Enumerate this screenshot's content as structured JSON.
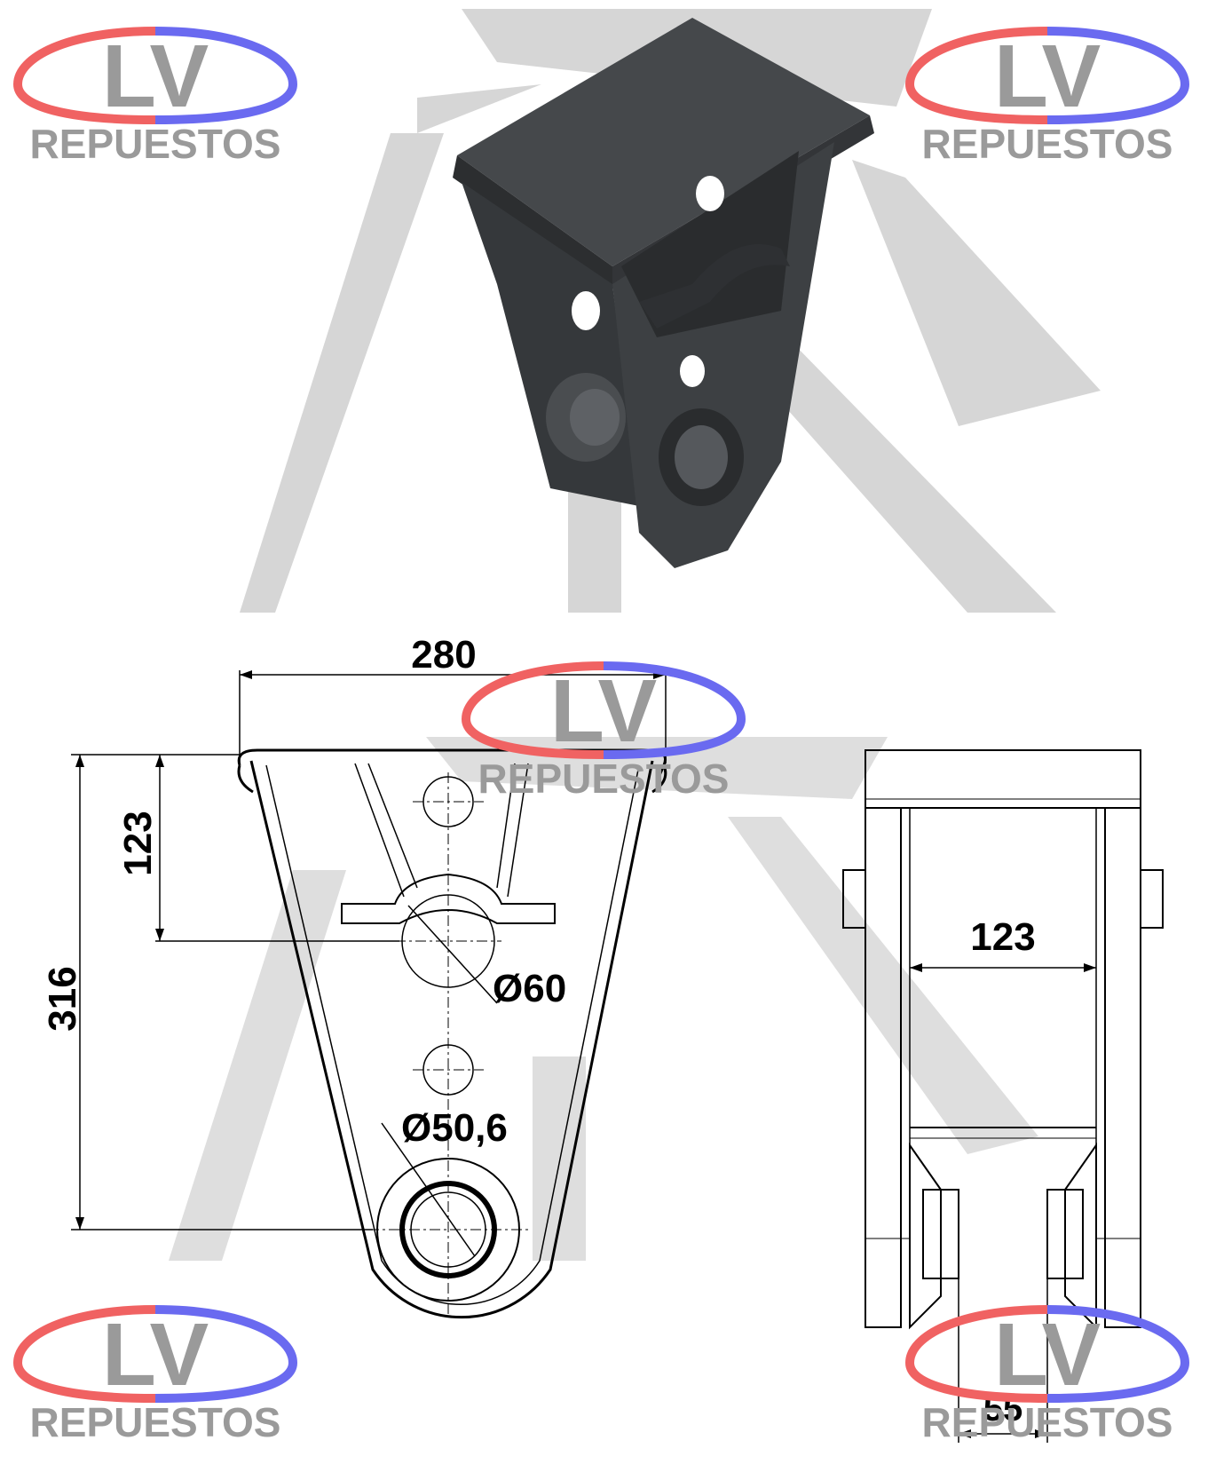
{
  "logo": {
    "initials": "LV",
    "word": "REPUESTOS",
    "colors": {
      "ring_left": "#f06262",
      "ring_right": "#6a6af0",
      "text": "#9a9a9a"
    }
  },
  "watermark": {
    "color": "#d4d4d4"
  },
  "product": {
    "color": "#3a3d40"
  },
  "dimensions": {
    "width_top": "280",
    "height_total": "316",
    "height_upper": "123",
    "hole_upper": "Ø60",
    "hole_lower": "Ø50,6",
    "inner_width": "123",
    "gap_bottom": "55"
  }
}
